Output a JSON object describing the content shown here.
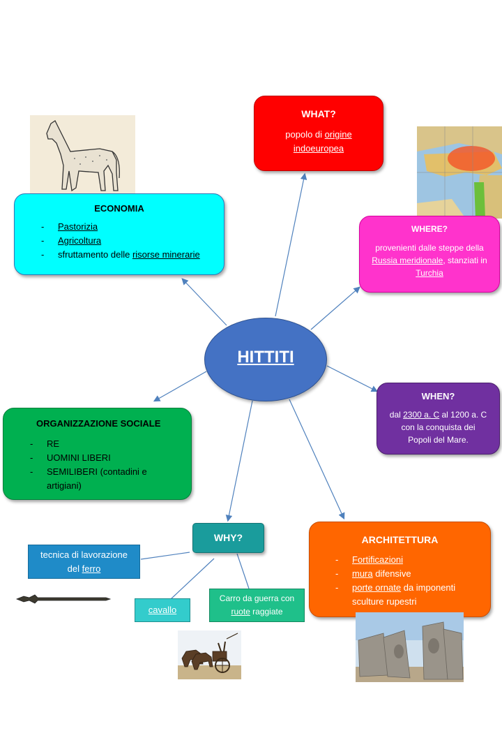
{
  "center": {
    "label": "HITTITI"
  },
  "what": {
    "title": "WHAT?",
    "text_a": "popolo di ",
    "link_a": "origine",
    "link_b": "indoeuropea"
  },
  "where": {
    "title": "WHERE?",
    "text_a": "provenienti dalle steppe della",
    "link_a": "Russia meridionale",
    "text_b": ", stanziati in",
    "link_b": "Turchia"
  },
  "when": {
    "title": "WHEN?",
    "text_a": "dal ",
    "link_a": "2300 a. C",
    "text_b": " al 1200 a. C",
    "text_c": "con la conquista dei",
    "text_d": "Popoli del Mare."
  },
  "economia": {
    "title": "ECONOMIA",
    "items": [
      "Pastorizia",
      "Agricoltura"
    ],
    "item3_a": "sfruttamento delle ",
    "item3_link": "risorse minerarie"
  },
  "sociale": {
    "title": "ORGANIZZAZIONE SOCIALE",
    "items": [
      "RE",
      "UOMINI LIBERI",
      "SEMILIBERI (contadini e",
      "artigiani)"
    ]
  },
  "why": {
    "title": "WHY?"
  },
  "tecnica": {
    "line1": "tecnica di lavorazione",
    "text_a": "del ",
    "link": "ferro"
  },
  "cavallo": {
    "link": "cavallo"
  },
  "carro": {
    "line1": "Carro da guerra con",
    "link": "ruote",
    "text_b": " raggiate"
  },
  "architettura": {
    "title": "ARCHITETTURA",
    "item1": "Fortificazioni",
    "item2_link": "mura",
    "item2_text": " difensive",
    "item3_link": "porte ornate",
    "item3_text": " da imponenti",
    "item3_cont": "sculture rupestri"
  },
  "colors": {
    "what": "#ff0000",
    "where": "#ff33cc",
    "when": "#7030a0",
    "economia": "#00ffff",
    "sociale": "#00b050",
    "why": "#1a9c9c",
    "architettura": "#ff6600",
    "center": "#4472c4",
    "tecnica": "#1f8bc8",
    "cavallo": "#33cccc",
    "carro": "#1fc08a",
    "arrow": "#4f81bd"
  }
}
